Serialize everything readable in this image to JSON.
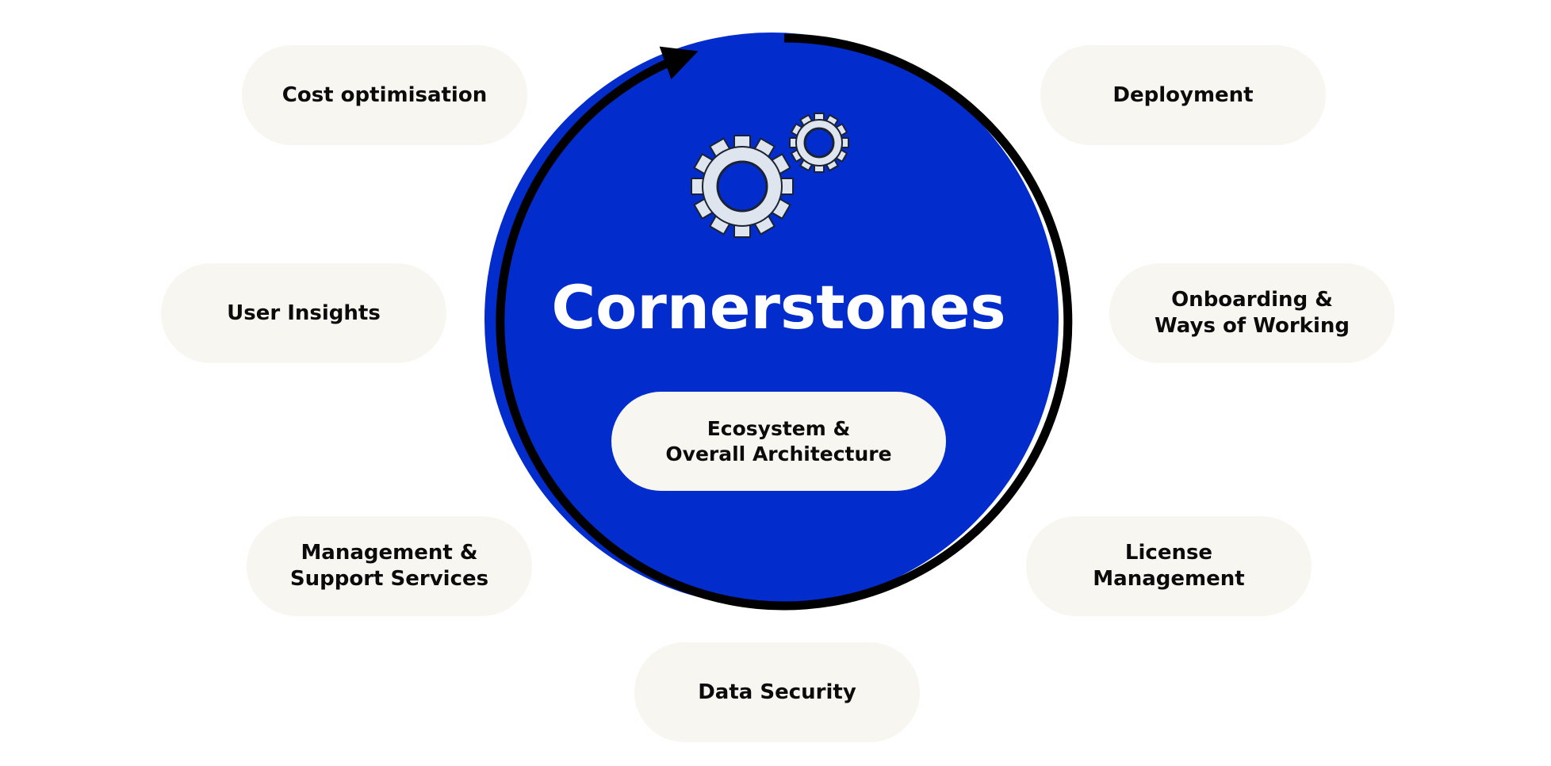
{
  "diagram": {
    "title": "Cornerstones",
    "core": {
      "line1": "Ecosystem &",
      "line2": "Overall Architecture"
    },
    "nodes": {
      "cost": {
        "line1": "Cost optimisation"
      },
      "deployment": {
        "line1": "Deployment"
      },
      "user_insights": {
        "line1": "User Insights"
      },
      "onboarding": {
        "line1": "Onboarding &",
        "line2": "Ways of Working"
      },
      "management": {
        "line1": "Management &",
        "line2": "Support Services"
      },
      "license": {
        "line1": "License",
        "line2": "Management"
      },
      "data_security": {
        "line1": "Data Security"
      }
    },
    "icons": [
      "gear-icon",
      "gear-icon"
    ],
    "colors": {
      "circle": "#022ccc",
      "pill": "#f7f6f1",
      "text": "#0b0b0b",
      "title": "#ffffff",
      "arrow": "#000000"
    }
  }
}
